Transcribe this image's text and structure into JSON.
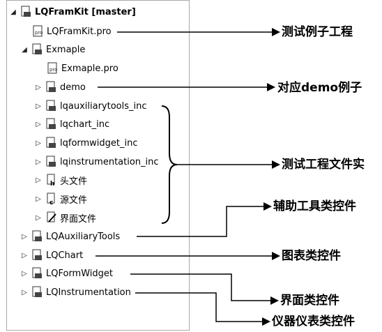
{
  "tree": {
    "root": "LQFramKit [master]",
    "items": [
      {
        "label": "LQFramKit.pro"
      },
      {
        "label": "Exmaple"
      },
      {
        "label": "Exmaple.pro"
      },
      {
        "label": "demo"
      },
      {
        "label": "lqauxiliarytools_inc"
      },
      {
        "label": "lqchart_inc"
      },
      {
        "label": "lqformwidget_inc"
      },
      {
        "label": "lqinstrumentation_inc"
      },
      {
        "label": "头文件"
      },
      {
        "label": "源文件"
      },
      {
        "label": "界面文件"
      },
      {
        "label": "LQAuxiliaryTools"
      },
      {
        "label": "LQChart"
      },
      {
        "label": "LQFormWidget"
      },
      {
        "label": "LQInstrumentation"
      }
    ]
  },
  "annotations": [
    "测试例子工程",
    "对应demo例子",
    "测试工程文件实",
    "辅助工具类控件",
    "图表类控件",
    "界面类控件",
    "仪器仪表类控件"
  ]
}
